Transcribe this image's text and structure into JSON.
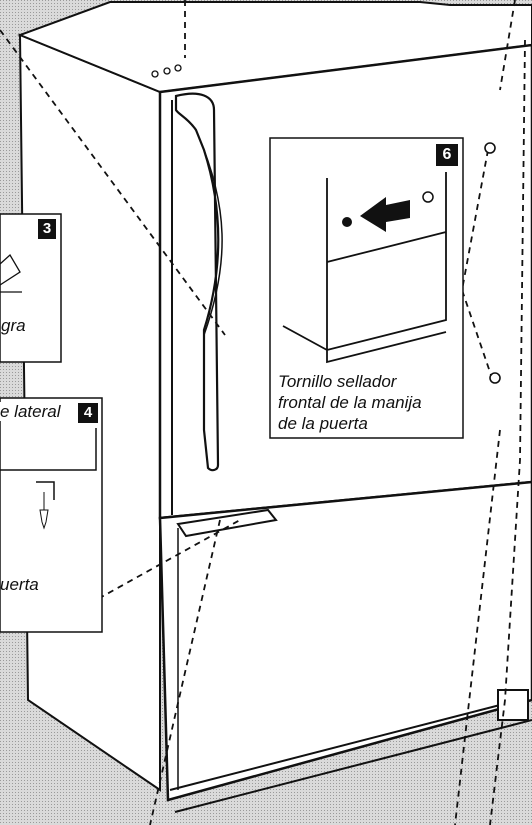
{
  "callouts": {
    "step3": {
      "number": "3",
      "label": "gra"
    },
    "step4": {
      "number": "4",
      "label_top": "e lateral",
      "label_bottom": "uerta"
    },
    "step6": {
      "number": "6",
      "label_line1": "Tornillo sellador",
      "label_line2": "frontal de la manija",
      "label_line3": "de la puerta"
    }
  },
  "colors": {
    "background": "#d6d6d6",
    "line": "#111111",
    "panel": "#ffffff"
  }
}
